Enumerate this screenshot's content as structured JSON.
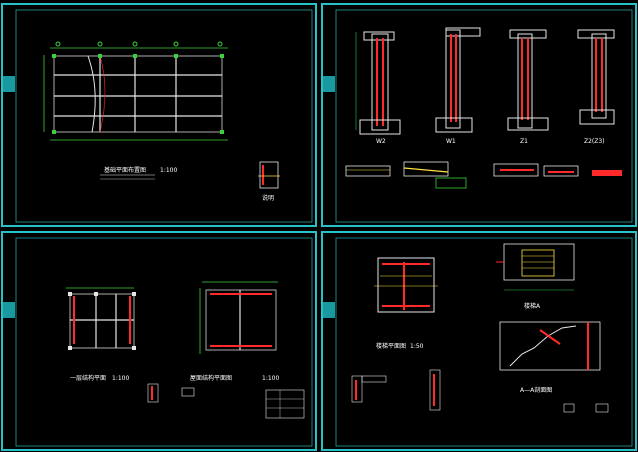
{
  "sheets": [
    {
      "id": "sheet-1",
      "titles": [
        {
          "text": "基础平面布置图",
          "scale": "1:100"
        }
      ],
      "note": "说明"
    },
    {
      "id": "sheet-2",
      "titles": [
        {
          "text": "W2"
        },
        {
          "text": "W1"
        },
        {
          "text": "Z1"
        },
        {
          "text": "Z2(Z3)"
        }
      ],
      "note": ""
    },
    {
      "id": "sheet-3",
      "titles": [
        {
          "text": "一层结构平面",
          "scale": "1:100"
        },
        {
          "text": "屋面结构平面图",
          "scale": "1:100"
        }
      ],
      "note": ""
    },
    {
      "id": "sheet-4",
      "titles": [
        {
          "text": "楼梯平面图",
          "scale": "1:50"
        },
        {
          "text": "楼梯A"
        },
        {
          "text": "A—A剖面图"
        }
      ],
      "note": ""
    }
  ],
  "colors": {
    "background": "#000000",
    "frame": "#25c2c8",
    "walls": "#e6e6e6",
    "rebar": "#ff2a2a",
    "axis": "#3ad23a",
    "annotation": "#ffe040"
  }
}
